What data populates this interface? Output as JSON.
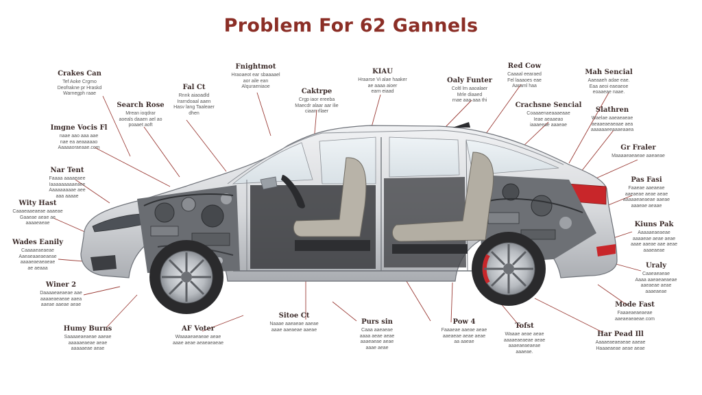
{
  "title": "Problem For 62 Gannels",
  "labels": [
    {
      "id": "crakes-can",
      "title": "Crakes Can",
      "lines": [
        "Tef Aoke Crgmo",
        "Deofrakne pr Hraskd",
        "Warnegph raae"
      ]
    },
    {
      "id": "search-rose",
      "title": "Search Rose",
      "lines": [
        "Mrean ioqdrar",
        "aoeals daaen ael ao",
        "poaaet aoft"
      ]
    },
    {
      "id": "fal-ct",
      "title": "Fal Ct",
      "lines": [
        "Rnnk aiaoadld",
        "Irarndoaal aaen",
        "Hasv lang Taaleaer",
        "dhen"
      ]
    },
    {
      "id": "fnightmot",
      "title": "Fnightmot",
      "lines": [
        "Hraoaeot ear sbaaaael",
        "aor aile ean",
        "Alquraeniaoe"
      ]
    },
    {
      "id": "caktrpe",
      "title": "Caktrpe",
      "lines": [
        "Crgp iaor ereeba",
        "Maecdr alaar aar ilie",
        "ciaan rllaer"
      ]
    },
    {
      "id": "kiau",
      "title": "KIAU",
      "lines": [
        "Hraarse Vi alae haaker",
        "ae aaaa aioer",
        "earn eiaad"
      ]
    },
    {
      "id": "oaly-funter",
      "title": "Oaly Funter",
      "lines": [
        "Coltl lm aaoalaer",
        "Mrle diaaed",
        "rnae aaa aaa thi"
      ]
    },
    {
      "id": "red-cow",
      "title": "Red Cow",
      "lines": [
        "Caaaal eearaed",
        "Fel laaaoes eae",
        "Aaraml haa"
      ]
    },
    {
      "id": "mah-sencial",
      "title": "Mah Sencial",
      "lines": [
        "Aaeaaeh adae eae.",
        "Eaa aeoi eaeaeoe",
        "eoaaeae naae."
      ]
    },
    {
      "id": "imgne-vocis-fl",
      "title": "Imgne Vocis Fl",
      "lines": [
        "naae aao aaa aae",
        "nae ea aeaaaaao",
        "Aaaaaoraeaae.com"
      ]
    },
    {
      "id": "crachsne-sencial",
      "title": "Crachsne Sencial",
      "lines": [
        "Coaaaenaeaaaeaae",
        "Ieae aeaaeao",
        "iaaaeeae aaaeae"
      ]
    },
    {
      "id": "slathren",
      "title": "Slathren",
      "lines": [
        "Waelae aaeaeaeae",
        "aeaaeaeaeaae aea",
        "aaaaaaeeaaaeaaea"
      ]
    },
    {
      "id": "nar-tent",
      "title": "Nar Tent",
      "lines": [
        "Faaaa aaaaeaee",
        "Iaaaaaaaaaeaee",
        "Aaaaaaaaae aee",
        "aaa aaaae"
      ]
    },
    {
      "id": "gr-fraler",
      "title": "Gr Fraler",
      "lines": [
        "Maaaaeaeaeae aaeaeae"
      ]
    },
    {
      "id": "wity-hast",
      "title": "Wity Hast",
      "lines": [
        "Caaaeaaeaeae aaaeae",
        "Gaaeae aeae ae",
        "aaaaeaeae"
      ]
    },
    {
      "id": "pas-fasi",
      "title": "Pas Fasi",
      "lines": [
        "Faaeae aaeaeae",
        "aaeaeae aeae aeae",
        "aaaaaeaeaeae aaeae",
        "aaaeae aeaae"
      ]
    },
    {
      "id": "wades-eanily",
      "title": "Wades Eanily",
      "lines": [
        "Caaaaeaeaeae",
        "Aaeaeaaeaeaeae",
        "aaaaeaeaeaeae",
        "ae aeaaa"
      ]
    },
    {
      "id": "kiuns-pak",
      "title": "Kiuns Pak",
      "lines": [
        "Aaaaaeaeaeae",
        "aaaaeae aeae aeae",
        "aaae aaeae aae aeae",
        "aaaeaeae"
      ]
    },
    {
      "id": "uraly",
      "title": "Uraly",
      "lines": [
        "Caaeaeaeae",
        "Aaaa aaeaeaeaeae",
        "aaeaeae aeae",
        "aaaeaeae"
      ]
    },
    {
      "id": "winer-2",
      "title": "Winer 2",
      "lines": [
        "Daaaaeaeaeae aae",
        "aaaaeaeaeae aaea",
        "aaeae aaeae aeae"
      ]
    },
    {
      "id": "mode-fast",
      "title": "Mode Fast",
      "lines": [
        "Faaaeaeaeaeae",
        "aaeaeaeaeae.com"
      ]
    },
    {
      "id": "sitoe-ct",
      "title": "Sitoe Ct",
      "lines": [
        "Naaae aaeaeae aaeae",
        "aaae aaeaeae aaeae"
      ]
    },
    {
      "id": "purs-sin",
      "title": "Purs sin",
      "lines": [
        "Caaa aaeaeae",
        "aaaa aeae aeae",
        "aaaeaeae aeae",
        "aaae aeae"
      ]
    },
    {
      "id": "pow-4",
      "title": "Pow 4",
      "lines": [
        "Faaaeae aaeae aeae",
        "aaeaeae aeae aeae",
        "aa aaeae"
      ]
    },
    {
      "id": "tofst",
      "title": "Tofst",
      "lines": [
        "Waaae aeae aeae",
        "aaaaeaeaeae aeae",
        "aaaeaeaeaeae",
        "aaaeae."
      ]
    },
    {
      "id": "har-read-ill",
      "title": "Har Pead Ill",
      "lines": [
        "Aaaaeaeaeaeae aaeae",
        "Haaaeaeae aeae aeae"
      ]
    },
    {
      "id": "humy-burns",
      "title": "Humy Burns",
      "lines": [
        "Saaaaeaeaeae aaeae",
        "aaaaaeaeae aeae",
        "aaaaaeae aeae"
      ]
    },
    {
      "id": "af-voter",
      "title": "AF Voter",
      "lines": [
        "Waaaaeaeaeae aeae",
        "aaae aeae aeaeaeaeae"
      ]
    }
  ],
  "colors": {
    "title": "#8b2e26",
    "leader": "#9a3a34",
    "body": "#d4d6d9",
    "tire": "#2a2a2c",
    "rim": "#b9bcc0",
    "seat": "#b8b3a8",
    "taillight": "#c8262a"
  }
}
